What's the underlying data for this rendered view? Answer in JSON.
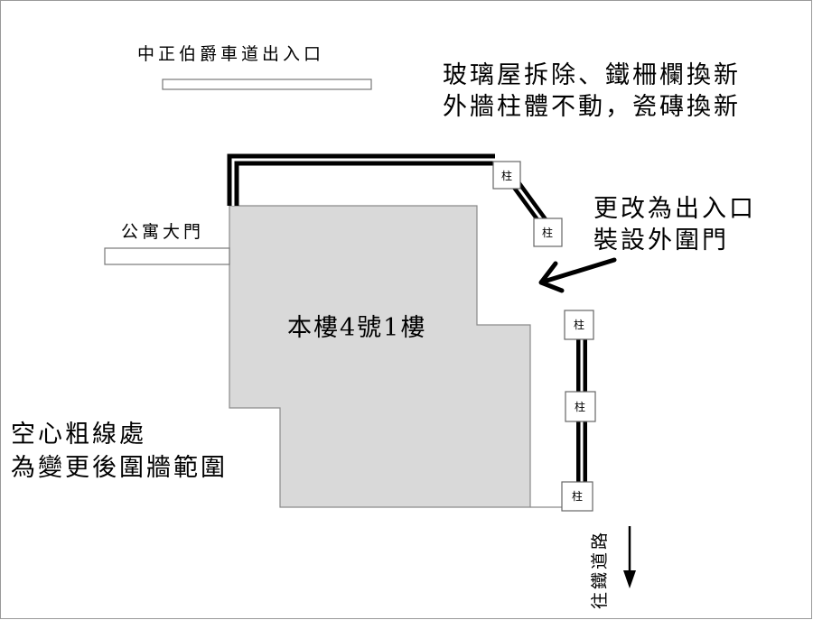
{
  "labels": {
    "road_entrance": "中正伯爵車道出入口",
    "note_line1": "玻璃屋拆除、鐵柵欄換新",
    "note_line2": "外牆柱體不動，瓷磚換新",
    "change_line1": "更改為出入口",
    "change_line2": "裝設外圍門",
    "apartment_gate": "公寓大門",
    "building": "本樓4號1樓",
    "legend_line1": "空心粗線處",
    "legend_line2": "為變更後圍牆範圍",
    "to_railway_road": "往鐵道路"
  },
  "pillars": [
    "柱",
    "柱",
    "柱",
    "柱",
    "柱"
  ],
  "colors": {
    "building_fill": "#d9d9d9",
    "wall": "#000000",
    "background": "#ffffff"
  }
}
